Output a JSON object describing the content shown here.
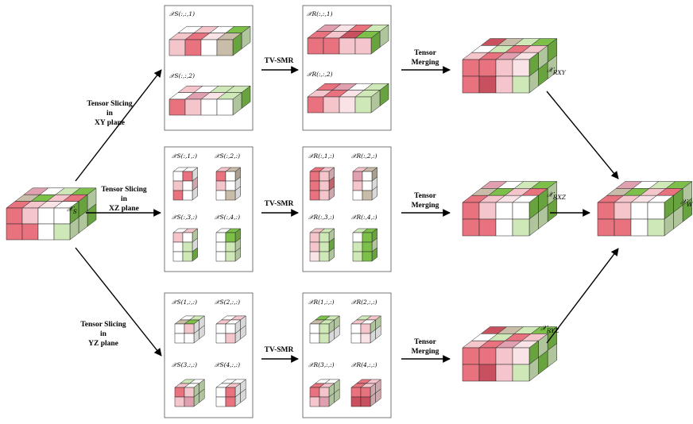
{
  "source_tensor": {
    "label": "𝒳",
    "sub": "S"
  },
  "slicing": {
    "xy": [
      "Tensor Slicing",
      "in",
      "XY plane"
    ],
    "xz": [
      "Tensor Slicing",
      "in",
      "XZ plane"
    ],
    "yz": [
      "Tensor Slicing",
      "in",
      "YZ plane"
    ]
  },
  "tvsmr": "TV-SMR",
  "merging": [
    "Tensor",
    "Merging"
  ],
  "xy_panel": {
    "in": [
      "𝒳S(:,:,1)",
      "𝒳S(:,:,2)"
    ],
    "out": [
      "𝒳R(:,:,1)",
      "𝒳R(:,:,2)"
    ]
  },
  "xz_panel": {
    "in": [
      "𝒳S(:,1,:)",
      "𝒳S(:,2,:)",
      "𝒳S(:,3,:)",
      "𝒳S(:,4,:)"
    ],
    "out": [
      "𝒳R(:,1,:)",
      "𝒳R(:,2,:)",
      "𝒳R(:,3,:)",
      "𝒳R(:,4,:)"
    ]
  },
  "yz_panel": {
    "in": [
      "𝒳S(1,:,:)",
      "𝒳S(2,:,:)",
      "𝒳S(3,:,:)",
      "𝒳S(4,:,:)"
    ],
    "out": [
      "𝒳R(1,:,:)",
      "𝒳R(2,:,:)",
      "𝒳R(3,:,:)",
      "𝒳R(4,:,:)"
    ]
  },
  "merged": [
    {
      "label": "𝒳",
      "sub": "RXY"
    },
    {
      "label": "𝒳",
      "sub": "RXZ"
    },
    {
      "label": "𝒳",
      "sub": "RYZ"
    }
  ],
  "final": {
    "label": "𝒳",
    "sub": "W"
  },
  "colors": {
    "red": "#e8737f",
    "pink": "#f4c6cc",
    "green": "#7cc04a",
    "lightgreen": "#cfe8b8",
    "taupe": "#c9bca8",
    "line": "#000000"
  }
}
